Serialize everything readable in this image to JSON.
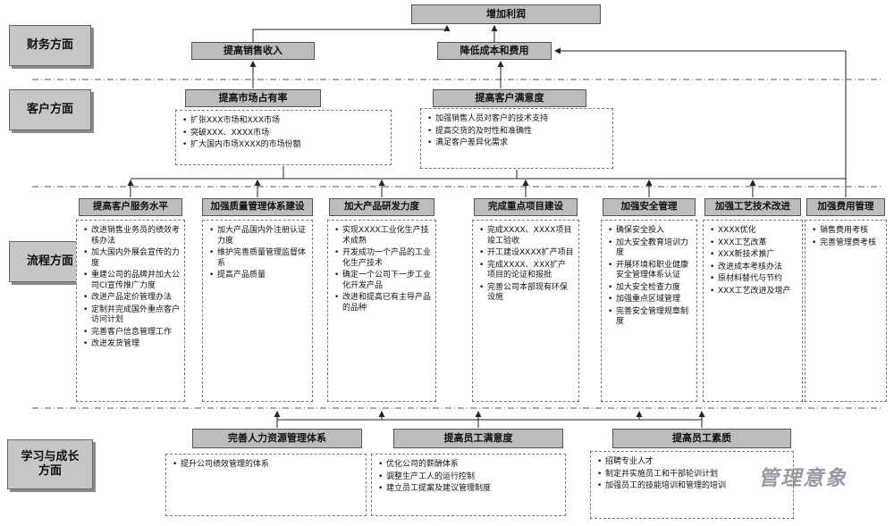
{
  "perspectives": {
    "financial": "财务方面",
    "customer": "客户方面",
    "process": "流程方面",
    "learning": "学习与成长方面"
  },
  "financial": {
    "profit": "增加利润",
    "revenue": "提高销售收入",
    "cost": "降低成本和费用"
  },
  "customer": {
    "market_share": {
      "title": "提高市场占有率",
      "items": [
        "扩张XXX市场和XXX市场",
        "突破XXX、XXXX市场",
        "扩大国内市场XXXX的市场份额"
      ]
    },
    "satisfaction": {
      "title": "提高客户满意度",
      "items": [
        "加强销售人员对客户的技术支持",
        "提高交货的及时性和准确性",
        "满足客户差异化需求"
      ]
    }
  },
  "process": {
    "columns": [
      {
        "title": "提高客户服务水平",
        "items": [
          "改进销售业务员的绩效考核办法",
          "加大国内外展会宣传的力度",
          "重建公司的品牌并加大公司CI宣传推广力度",
          "改进产品定价管理办法",
          "定制并完成国外重点客户访问计划",
          "完善客户信息管理工作",
          "改进发货管理"
        ]
      },
      {
        "title": "加强质量管理体系建设",
        "items": [
          "加大产品国内外注册认证力度",
          "维护完善质量管理监督体系",
          "提高产品质量"
        ]
      },
      {
        "title": "加大产品研发力度",
        "items": [
          "实现XXXX工业化生产技术成熟",
          "开发成功一个产品的工业化生产技术",
          "确定一个公司下一步工业化开发产品",
          "改进和提高已有主导产品的品种"
        ]
      },
      {
        "title": "完成重点项目建设",
        "items": [
          "完成XXXX、XXXX项目竣工验收",
          "开工建设XXXX扩产项目",
          "完成XXXX、XXX扩产项目的论证和报批",
          "完善公司本部现有环保设施"
        ]
      },
      {
        "title": "加强安全管理",
        "items": [
          "确保安全投入",
          "加大安全教育培训力度",
          "开展环境和职业健康安全管理体系认证",
          "加大安全检查力度",
          "加强重点区域管理",
          "完善安全管理规章制度"
        ]
      },
      {
        "title": "加强工艺技术改进",
        "items": [
          "XXXX优化",
          "XXX工艺改革",
          "XXX新技术推广",
          "改进成本考核办法",
          "原材料替代与节约",
          "XXX工艺改进及增产"
        ]
      },
      {
        "title": "加强费用管理",
        "items": [
          "销售费用考核",
          "完善管理费考核"
        ]
      }
    ]
  },
  "learning": {
    "groups": [
      {
        "title": "完善人力资源管理体系",
        "items": [
          "提升公司绩效管理的体系"
        ]
      },
      {
        "title": "提高员工满意度",
        "items": [
          "优化公司的薪酬体系",
          "调整生产工人的运行控制",
          "建立员工提案及建议管理制度"
        ]
      },
      {
        "title": "提高员工素质",
        "items": [
          "招聘专业人才",
          "制定并实施员工和干部轮训计划",
          "加强员工的技能培训和管理的培训"
        ]
      }
    ]
  },
  "watermark": "管理意象",
  "colors": {
    "node_fill": "#bdbdbd",
    "node_border": "#555555",
    "label_fill": "#c6c6c6",
    "edge": "#222222"
  }
}
